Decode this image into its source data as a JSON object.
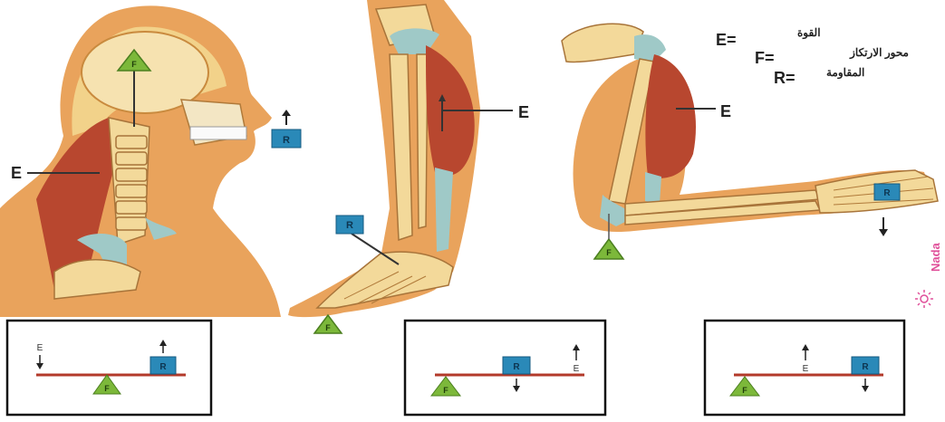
{
  "labels": {
    "effort": "E",
    "fulcrum": "F",
    "resistance": "R"
  },
  "legend": {
    "effort_symbol": "E=",
    "effort_meaning": "القوة",
    "fulcrum_symbol": "F=",
    "fulcrum_meaning": "محور الارتكاز",
    "resistance_symbol": "R=",
    "resistance_meaning": "المقاومة"
  },
  "watermark": "Nada",
  "colors": {
    "fulcrum_green": "#7cb83a",
    "resistance_blue": "#2a89b8",
    "lever_red": "#b33a2a",
    "skin": "#e9a35c",
    "muscle": "#b8472f",
    "bone": "#f3d99a",
    "watermark_pink": "#e0509a"
  }
}
